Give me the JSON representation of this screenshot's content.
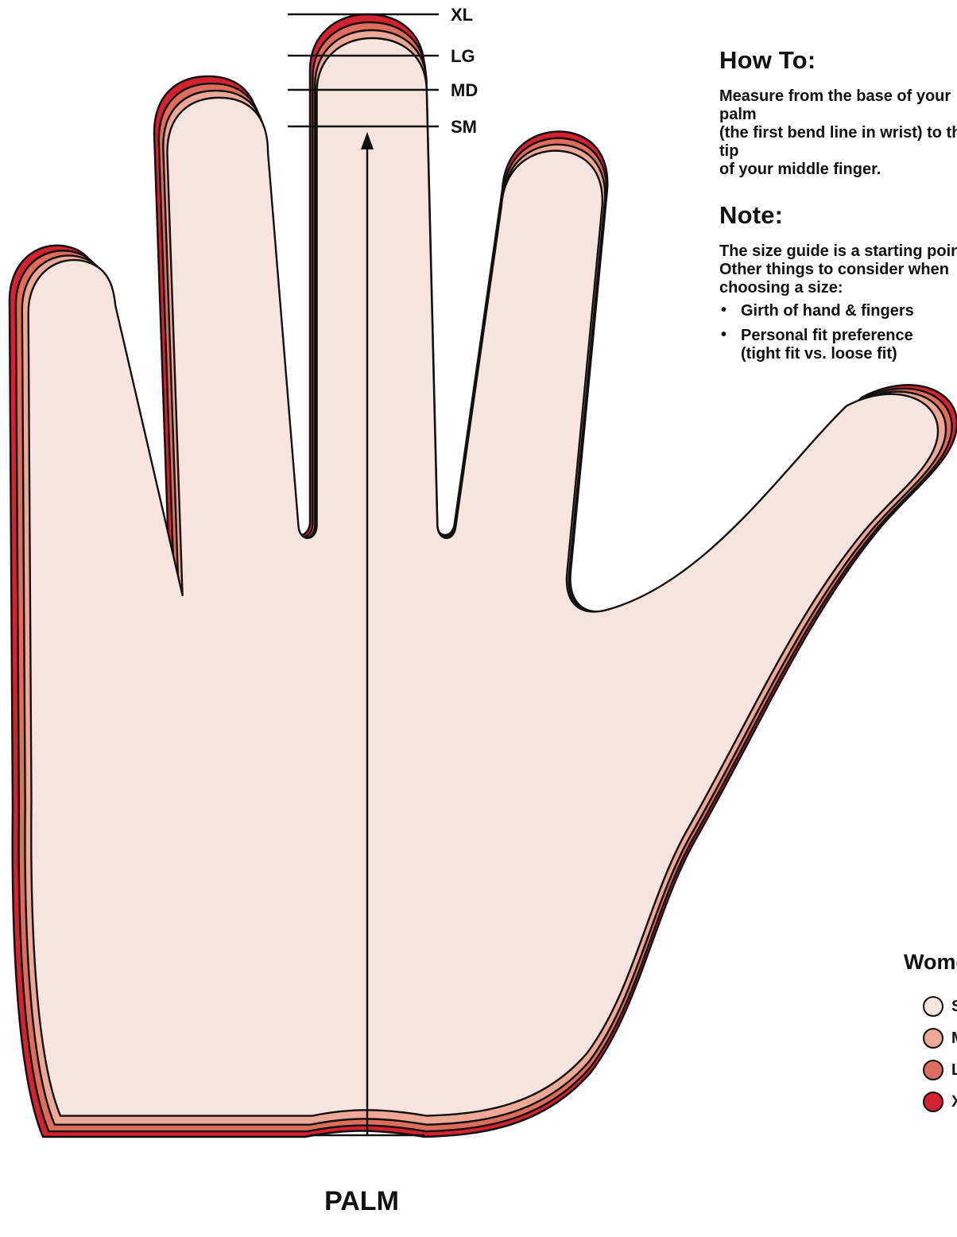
{
  "diagram": {
    "size_marks": [
      "XL",
      "LG",
      "MD",
      "SM"
    ],
    "palm_label": "PALM",
    "size_colors": {
      "XL": "#d32230",
      "LG": "#de6d5e",
      "MD": "#eda897",
      "SM": "#f8e4df"
    }
  },
  "how_to": {
    "heading": "How To:",
    "text": "Measure from the base of your palm\n(the first bend line in wrist) to the tip\nof your middle finger."
  },
  "note": {
    "heading": "Note:",
    "text": "The size guide is a starting point.\nOther things to consider when\nchoosing a size:",
    "bullets": [
      "Girth of hand & fingers",
      "Personal fit preference\n(tight fit vs. loose fit)"
    ]
  },
  "legend": {
    "title": "Women's",
    "items": [
      {
        "label": "SM",
        "color": "#f8e4df"
      },
      {
        "label": "MD",
        "color": "#eda897"
      },
      {
        "label": "LG",
        "color": "#de6d5e"
      },
      {
        "label": "XL",
        "color": "#d32230"
      }
    ]
  }
}
